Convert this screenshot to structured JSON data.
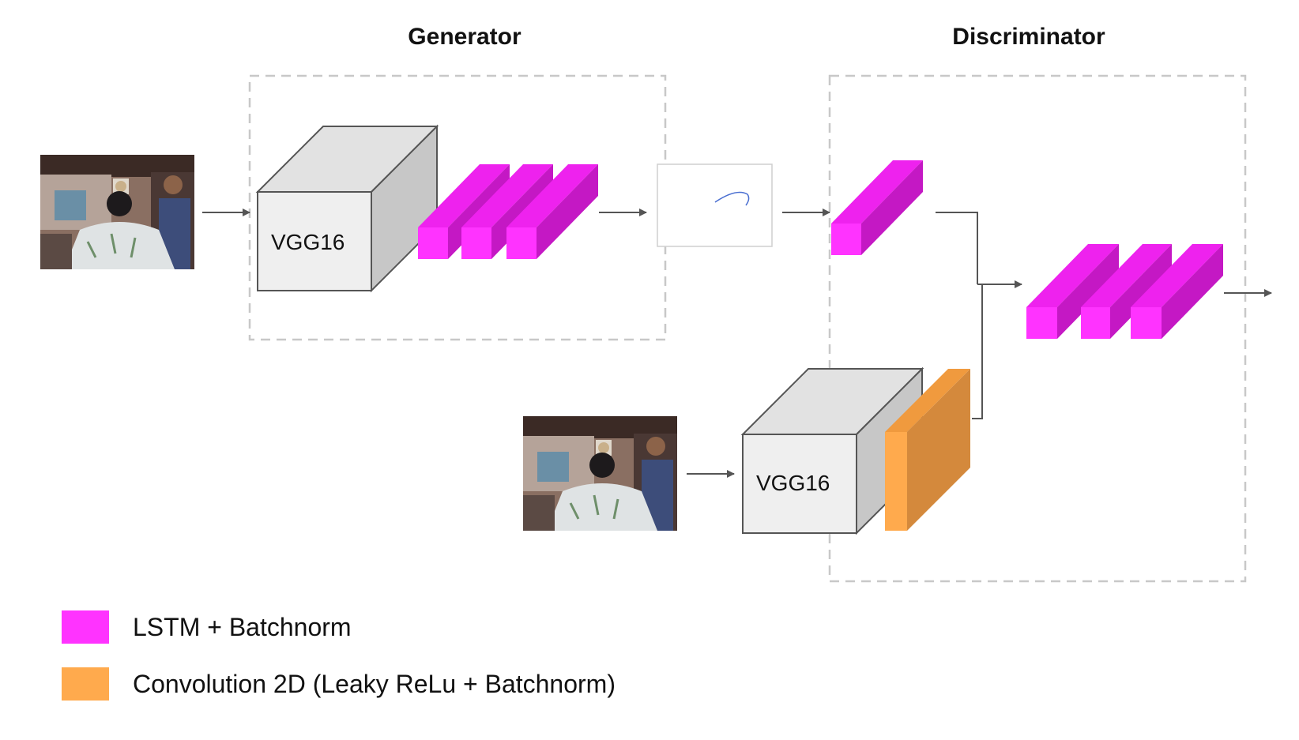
{
  "generator": {
    "title": "Generator",
    "backbone_label": "VGG16"
  },
  "discriminator": {
    "title": "Discriminator",
    "backbone_label": "VGG16"
  },
  "legend": [
    {
      "label": "LSTM + Batchnorm",
      "color": "#ff33ff"
    },
    {
      "label": "Convolution 2D (Leaky ReLu + Batchnorm)",
      "color": "#ffaa4d"
    }
  ],
  "colors": {
    "lstm_front": "#ff33ff",
    "lstm_top": "#ee22ee",
    "lstm_side": "#c418c4",
    "conv_front": "#ffaa4d",
    "conv_side": "#d4893c",
    "vgg_front": "#efefef",
    "vgg_top": "#e2e2e2",
    "vgg_side": "#c7c7c7",
    "dashed_border": "#c8c8c8",
    "arrow": "#555555"
  },
  "icons": [
    "photo-thumbnail-icon",
    "trajectory-sketch-icon"
  ]
}
